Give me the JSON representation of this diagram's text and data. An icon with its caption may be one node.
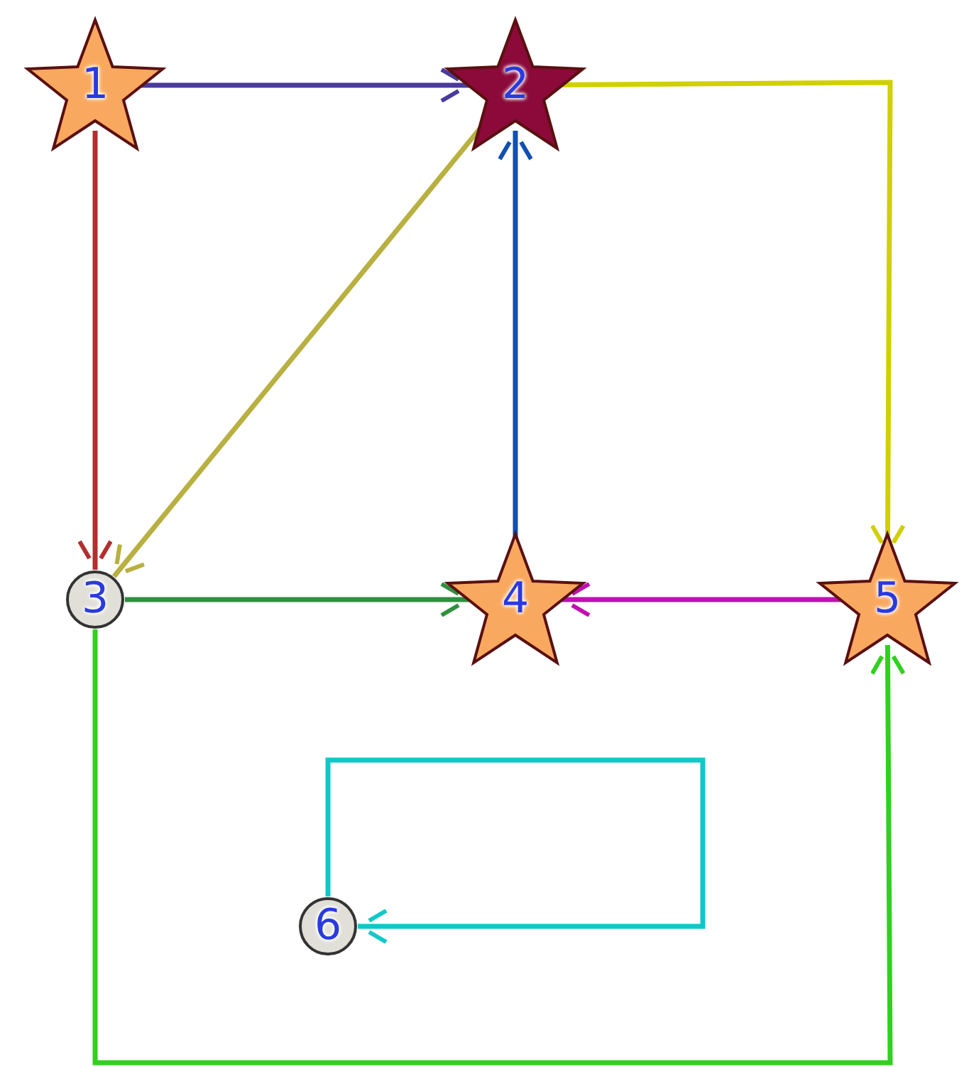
{
  "diagram": {
    "nodes": [
      {
        "text": [
          "1"
        ]
      },
      {
        "text": [
          "2"
        ]
      },
      {
        "text": [
          "3"
        ]
      },
      {
        "text": [
          "4"
        ]
      },
      {
        "text": [
          "5"
        ]
      },
      {
        "text": [
          "6"
        ]
      }
    ],
    "edges": [
      {
        "from": 0,
        "to": 1,
        "arrow": "to",
        "color": "#4b3a9c"
      },
      {
        "from": 0,
        "to": 2,
        "arrow": "to",
        "color": "#b03030"
      },
      {
        "from": 1,
        "to": 2,
        "arrow": "to",
        "color": "#b8b040"
      },
      {
        "from": 1,
        "to": 4,
        "arrow": "to",
        "color": "#d0d000"
      },
      {
        "from": 3,
        "to": 1,
        "arrow": "to",
        "color": "#1050b0"
      },
      {
        "from": 2,
        "to": 3,
        "arrow": "to",
        "color": "#309040"
      },
      {
        "from": 4,
        "to": 3,
        "arrow": "to",
        "color": "#c010b0"
      },
      {
        "from": 2,
        "to": 4,
        "arrow": "to",
        "color": "#30d020"
      },
      {
        "from": 5,
        "to": 5,
        "arrow": "to",
        "color": "#10c8c8"
      }
    ]
  }
}
